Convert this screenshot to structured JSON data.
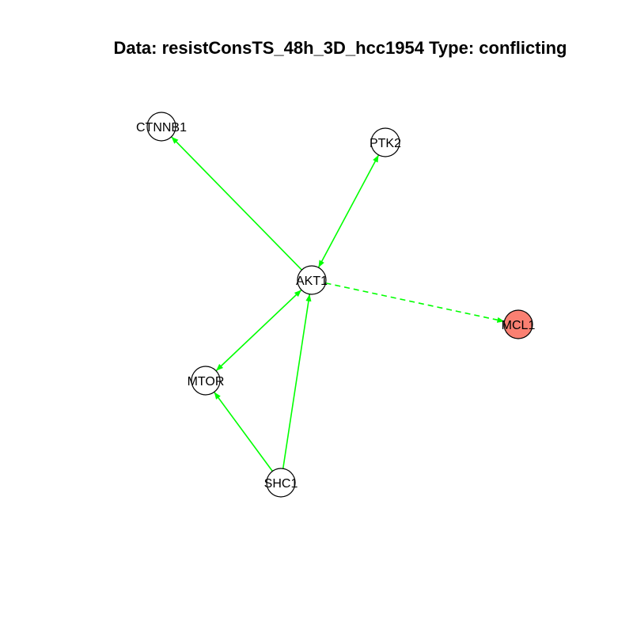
{
  "title": "Data: resistConsTS_48h_3D_hcc1954 Type: conflicting",
  "colors": {
    "edge": "#00ff00",
    "node_fill_default": "#ffffff",
    "node_fill_highlight": "#fa8072",
    "node_stroke": "#000000"
  },
  "nodes": [
    {
      "id": "CTNNB1",
      "label": "CTNNB1",
      "highlighted": false
    },
    {
      "id": "PTK2",
      "label": "PTK2",
      "highlighted": false
    },
    {
      "id": "AKT1",
      "label": "AKT1",
      "highlighted": false
    },
    {
      "id": "MCL1",
      "label": "MCL1",
      "highlighted": true
    },
    {
      "id": "MTOR",
      "label": "MTOR",
      "highlighted": false
    },
    {
      "id": "SHC1",
      "label": "SHC1",
      "highlighted": false
    }
  ],
  "edges": [
    {
      "from": "AKT1",
      "to": "CTNNB1",
      "style": "solid",
      "arrows": "end"
    },
    {
      "from": "AKT1",
      "to": "PTK2",
      "style": "solid",
      "arrows": "both"
    },
    {
      "from": "AKT1",
      "to": "MCL1",
      "style": "dashed",
      "arrows": "end"
    },
    {
      "from": "AKT1",
      "to": "MTOR",
      "style": "solid",
      "arrows": "both"
    },
    {
      "from": "SHC1",
      "to": "AKT1",
      "style": "solid",
      "arrows": "end"
    },
    {
      "from": "SHC1",
      "to": "MTOR",
      "style": "solid",
      "arrows": "end"
    }
  ]
}
